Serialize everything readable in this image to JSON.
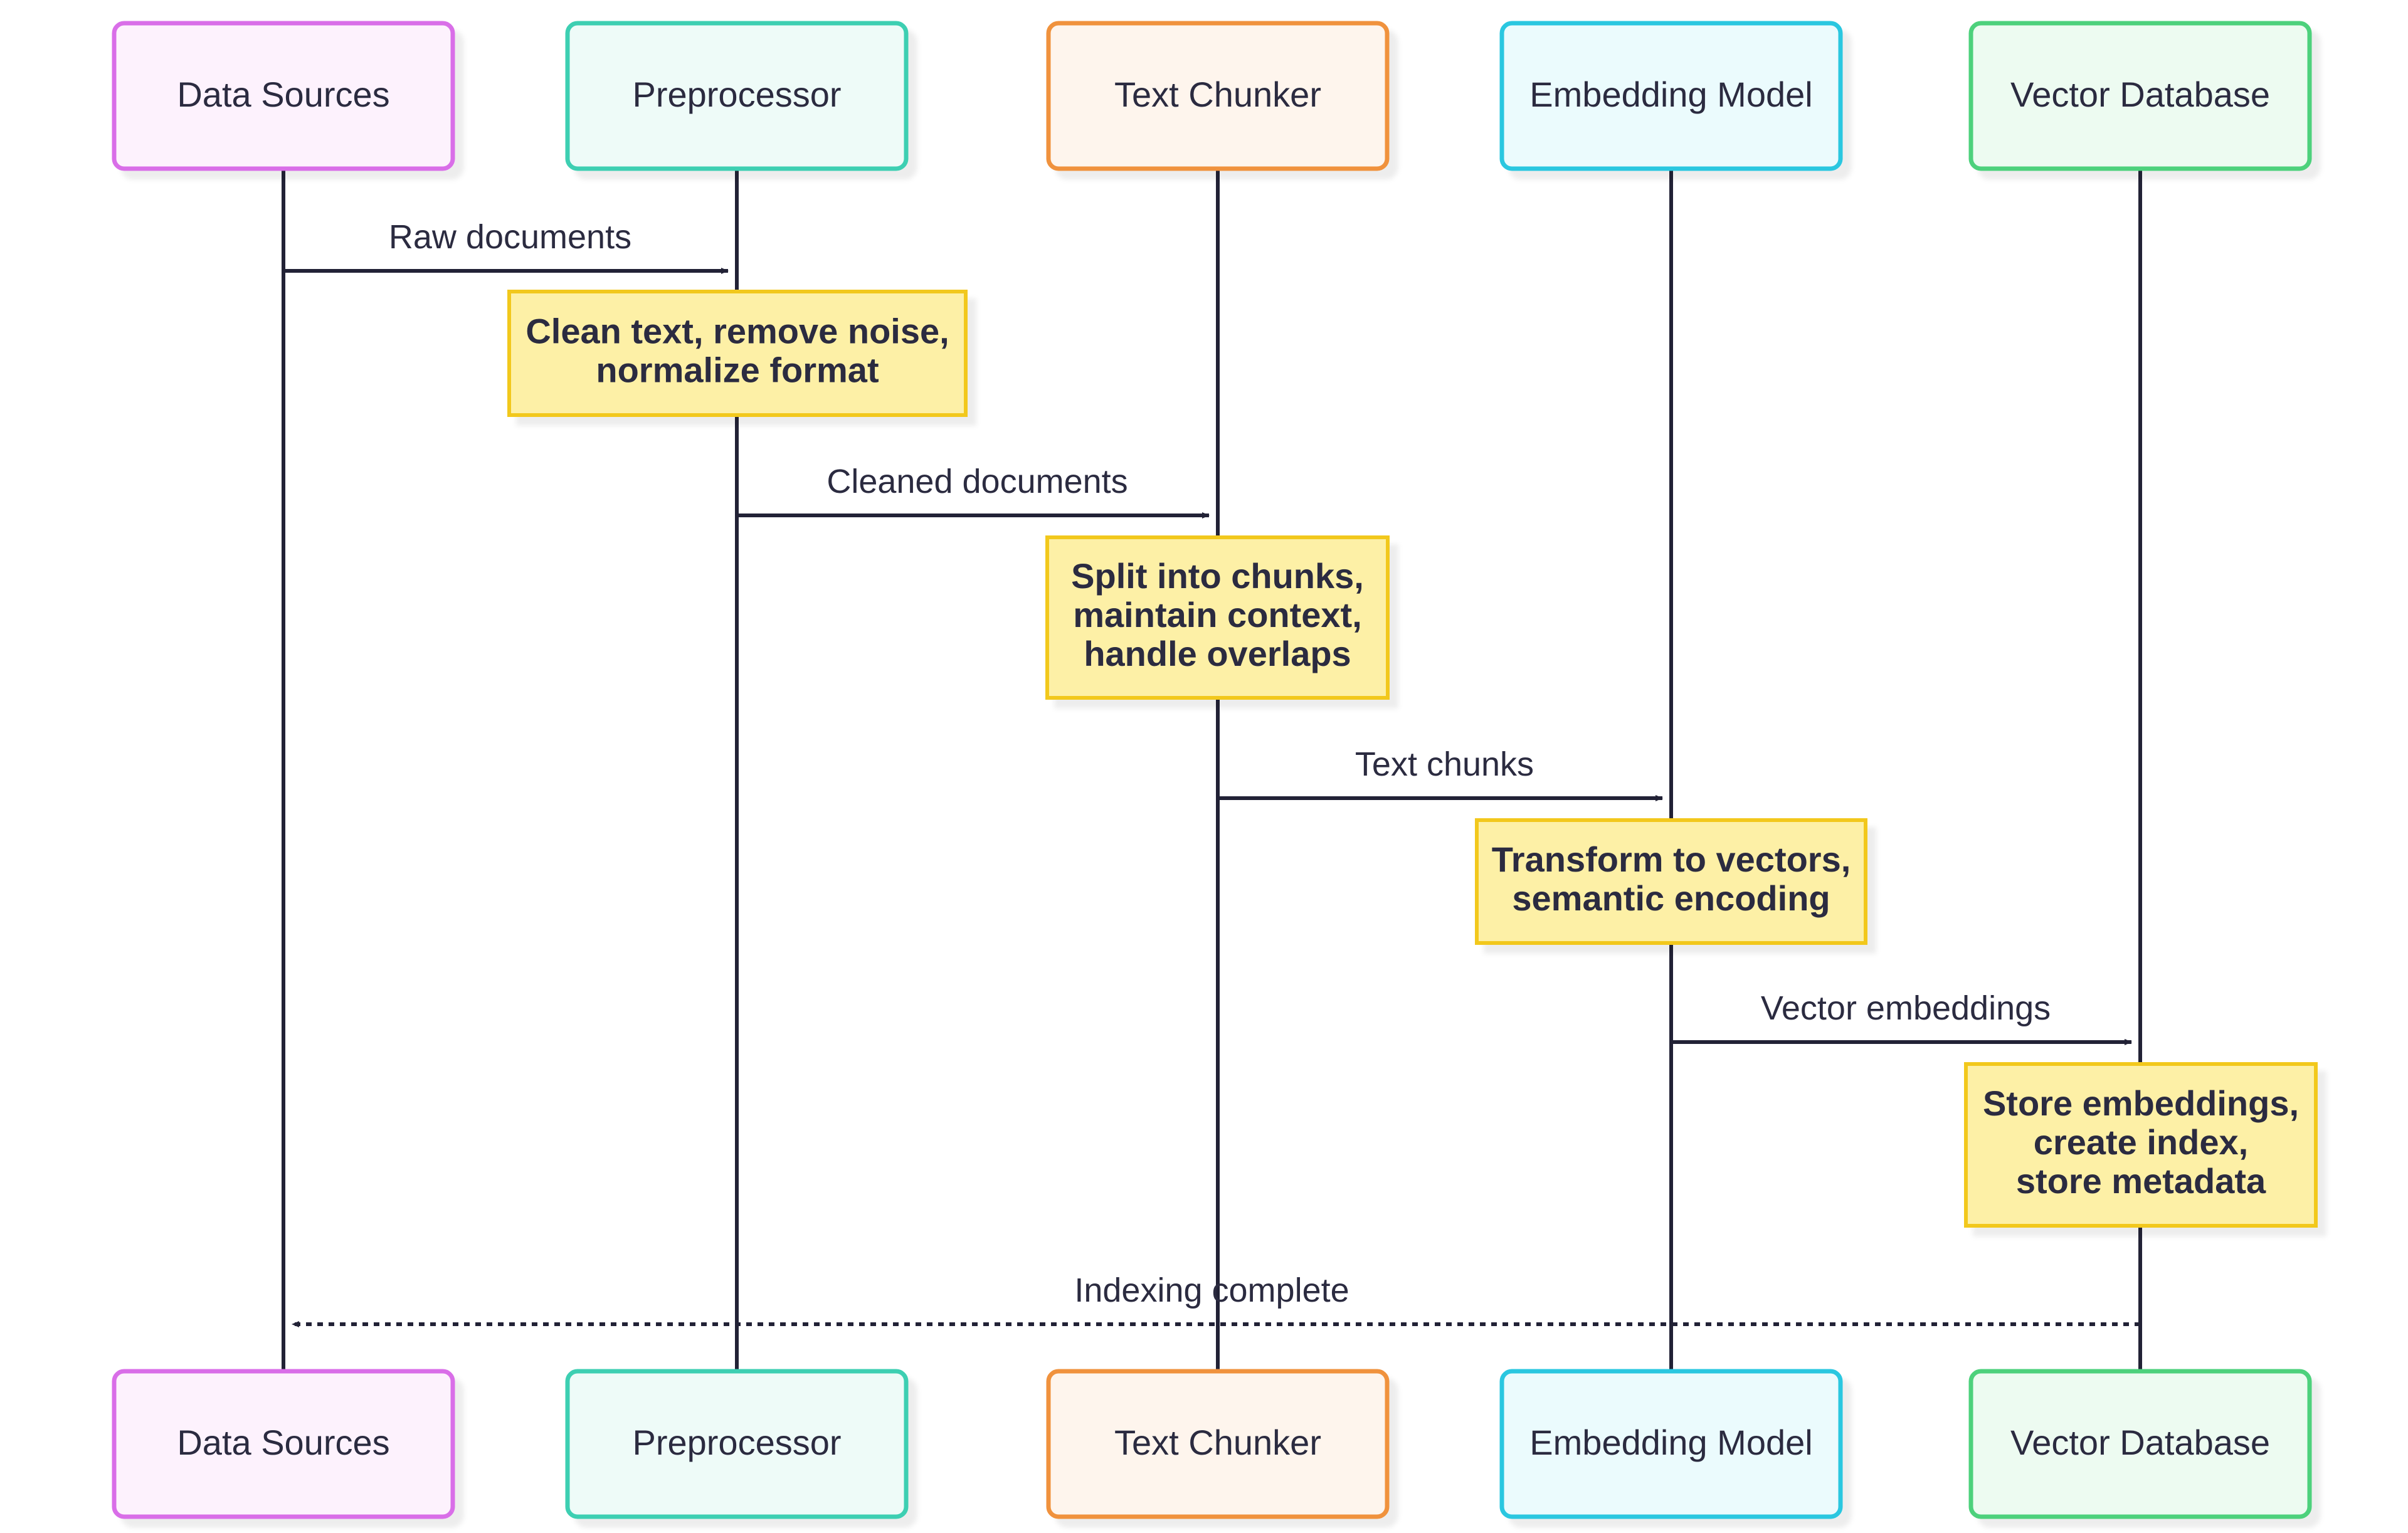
{
  "participants": [
    {
      "id": "data-sources",
      "label": "Data Sources",
      "border": "#d96ee8",
      "fill": "#fdf2fd"
    },
    {
      "id": "preprocessor",
      "label": "Preprocessor",
      "border": "#3ecfb2",
      "fill": "#eefbf8"
    },
    {
      "id": "text-chunker",
      "label": "Text Chunker",
      "border": "#f0923c",
      "fill": "#fef5ed"
    },
    {
      "id": "embedding-model",
      "label": "Embedding Model",
      "border": "#2cc7e0",
      "fill": "#ebfbfd"
    },
    {
      "id": "vector-database",
      "label": "Vector Database",
      "border": "#4ed17c",
      "fill": "#edfbf1"
    }
  ],
  "messages": [
    {
      "from": 0,
      "to": 1,
      "label": "Raw documents",
      "style": "solid"
    },
    {
      "from": 1,
      "to": 2,
      "label": "Cleaned documents",
      "style": "solid"
    },
    {
      "from": 2,
      "to": 3,
      "label": "Text chunks",
      "style": "solid"
    },
    {
      "from": 3,
      "to": 4,
      "label": "Vector embeddings",
      "style": "solid"
    },
    {
      "from": 4,
      "to": 0,
      "label": "Indexing complete",
      "style": "dashed"
    }
  ],
  "notes": [
    {
      "over": 1,
      "lines": [
        "Clean text, remove noise,",
        "normalize format"
      ]
    },
    {
      "over": 2,
      "lines": [
        "Split into chunks,",
        "maintain context,",
        "handle overlaps"
      ]
    },
    {
      "over": 3,
      "lines": [
        "Transform to vectors,",
        "semantic encoding"
      ]
    },
    {
      "over": 4,
      "lines": [
        "Store embeddings,",
        "create index,",
        "store metadata"
      ]
    }
  ],
  "colors": {
    "line": "#222236",
    "note_fill": "#fdf0a6",
    "note_border": "#f2c81c",
    "text": "#2b2b40"
  }
}
